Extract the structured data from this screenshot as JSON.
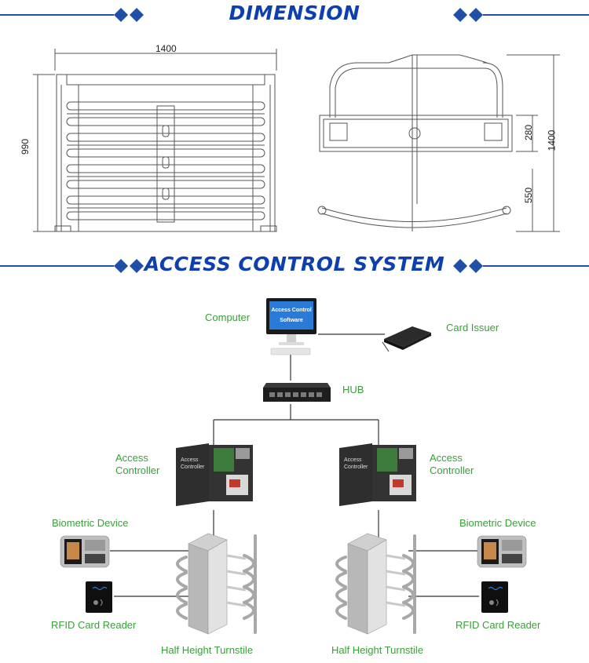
{
  "sections": {
    "dimension_title": "DIMENSION",
    "access_title": "ACCESS CONTROL SYSTEM"
  },
  "dimensions": {
    "front_width": "1400",
    "front_height": "990",
    "side_gate_height": "280",
    "side_total_height": "1400",
    "side_lower_height": "550"
  },
  "diagram": {
    "computer": "Computer",
    "screen_text_1": "Access Control",
    "screen_text_2": "Software",
    "card_issuer": "Card Issuer",
    "hub": "HUB",
    "access_controller_left": "Access\nController",
    "access_controller_right": "Access\nController",
    "controller_box_label": "Access\nController",
    "biometric_left": "Biometric Device",
    "biometric_right": "Biometric Device",
    "rfid_left": "RFID Card Reader",
    "rfid_right": "RFID Card Reader",
    "turnstile_left": "Half Height Turnstile",
    "turnstile_right": "Half Height Turnstile"
  },
  "colors": {
    "title_blue": "#0d3fb0",
    "label_green": "#3a9e3a",
    "line_blue": "#1f4fa6"
  }
}
